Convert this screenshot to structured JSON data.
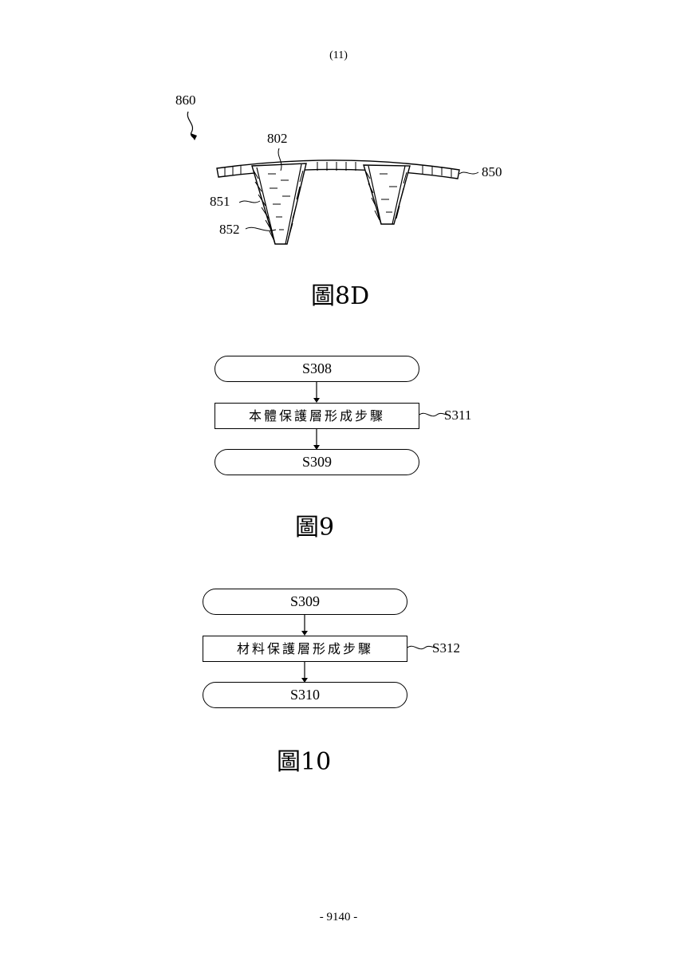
{
  "header": {
    "page_number": "(11)"
  },
  "figure_8d": {
    "caption": "圖8D",
    "labels": {
      "assembly": "860",
      "body": "802",
      "layer_outer": "850",
      "layer_side": "851",
      "layer_bottom": "852"
    }
  },
  "figure_9": {
    "caption": "圖9",
    "steps": [
      {
        "label": "S308"
      },
      {
        "label": "本體保護層形成步驟",
        "ref": "S311"
      },
      {
        "label": "S309"
      }
    ]
  },
  "figure_10": {
    "caption": "圖10",
    "steps": [
      {
        "label": "S309"
      },
      {
        "label": "材料保護層形成步驟",
        "ref": "S312"
      },
      {
        "label": "S310"
      }
    ]
  },
  "footer": {
    "page_number": "- 9140 -"
  }
}
